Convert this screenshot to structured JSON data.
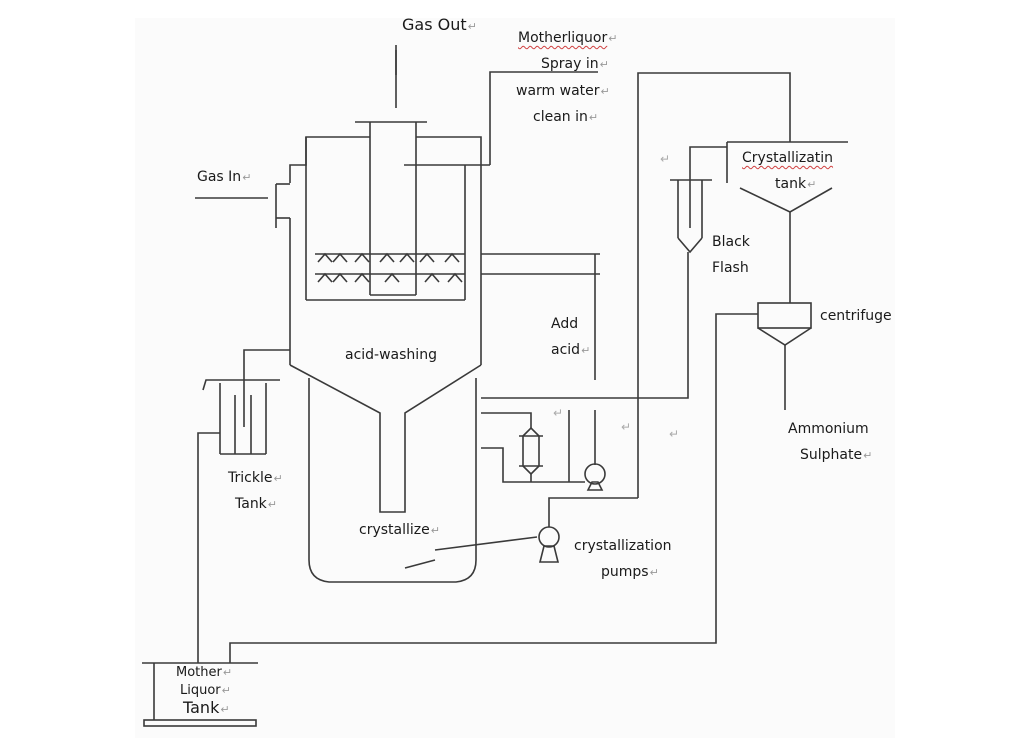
{
  "diagram": {
    "type": "process-flow",
    "subject": "Ammonium sulphate acid-washing and crystallization process",
    "return_mark": "↵",
    "labels": {
      "gas_out": "Gas Out",
      "gas_in": "Gas In",
      "motherliquor": "Motherliquor",
      "spray_in": "Spray in",
      "warm_water": "warm water",
      "clean_in": "clean in",
      "crystallizating_tank_1": "Crystallizatin",
      "crystallizating_tank_2": "tank",
      "black_flash_1": "Black",
      "black_flash_2": "Flash",
      "centrifuge": "centrifuge",
      "ammonium_1": "Ammonium",
      "ammonium_2": "Sulphate",
      "add_acid_1": "Add",
      "add_acid_2": "acid",
      "acid_washing": "acid-washing",
      "crystallize": "crystallize",
      "trickle_1": "Trickle",
      "trickle_2": "Tank",
      "pumps_1": "crystallization",
      "pumps_2": "pumps",
      "mother_tank_1": "Mother",
      "mother_tank_2": "Liquor",
      "mother_tank_3": "Tank"
    },
    "nodes": [
      {
        "id": "acid-washing-section",
        "label": "acid-washing"
      },
      {
        "id": "crystallize-section",
        "label": "crystallize"
      },
      {
        "id": "crystallizating-tank",
        "label": "Crystallizatin tank"
      },
      {
        "id": "black-flash",
        "label": "Black Flash"
      },
      {
        "id": "centrifuge",
        "label": "centrifuge"
      },
      {
        "id": "trickle-tank",
        "label": "Trickle Tank"
      },
      {
        "id": "mother-liquor-tank",
        "label": "Mother Liquor Tank"
      },
      {
        "id": "crystallization-pump",
        "label": "crystallization pumps"
      },
      {
        "id": "circulation-pump",
        "label": ""
      },
      {
        "id": "heat-exchanger",
        "label": ""
      }
    ],
    "edges": [
      {
        "from": "Gas In",
        "to": "acid-washing-section"
      },
      {
        "from": "acid-washing-section",
        "to": "Gas Out"
      },
      {
        "from": "Motherliquor Spray in",
        "to": "acid-washing-section"
      },
      {
        "from": "crystallize-section",
        "to": "crystallizating-tank"
      },
      {
        "from": "crystallizating-tank",
        "to": "centrifuge"
      },
      {
        "from": "centrifuge",
        "to": "Ammonium Sulphate"
      },
      {
        "from": "centrifuge",
        "to": "mother-liquor-tank"
      },
      {
        "from": "black-flash",
        "to": "crystallize-section"
      },
      {
        "from": "acid-washing-section",
        "to": "trickle-tank"
      },
      {
        "from": "trickle-tank",
        "to": "mother-liquor-tank"
      },
      {
        "from": "crystallization-pump",
        "to": "crystallizating-tank"
      },
      {
        "from": "Add acid",
        "to": "circulation-pump"
      }
    ]
  }
}
